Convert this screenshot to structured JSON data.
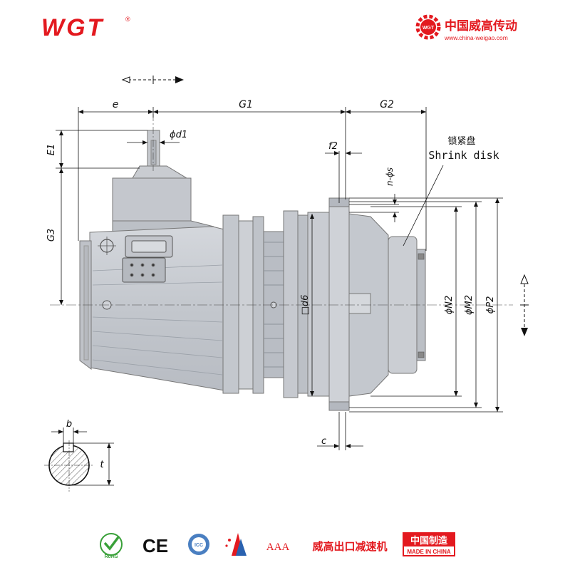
{
  "header": {
    "logo_text": "WGT",
    "logo_reg": "®",
    "brand_badge": "WGT",
    "brand_name_cn": "中国威高传动",
    "brand_url": "www.china-weigao.com"
  },
  "diagram": {
    "dims": {
      "e": "e",
      "G1": "G1",
      "G2": "G2",
      "d1": "ϕd1",
      "E1": "E1",
      "f2": "f2",
      "G3": "G3",
      "n_s": "n-ϕs",
      "d6": "□d6",
      "N2": "ϕN2",
      "M2": "ϕM2",
      "P2": "ϕP2",
      "c": "c",
      "b": "b",
      "t": "t"
    },
    "shrink_disk": {
      "label_cn": "锁紧盘",
      "label_en": "Shrink disk"
    }
  },
  "footer": {
    "rohs": "RoHS",
    "ce": "CE",
    "icc": "ICC",
    "aaa": "AAA",
    "export_text": "威高出口减速机",
    "made_cn": "中国制造",
    "made_en": "MADE IN CHINA"
  },
  "colors": {
    "brand_red": "#e3191f",
    "housing": "#c9ccd2",
    "housing_dark": "#a9adb5",
    "line": "#1a1a1a"
  }
}
